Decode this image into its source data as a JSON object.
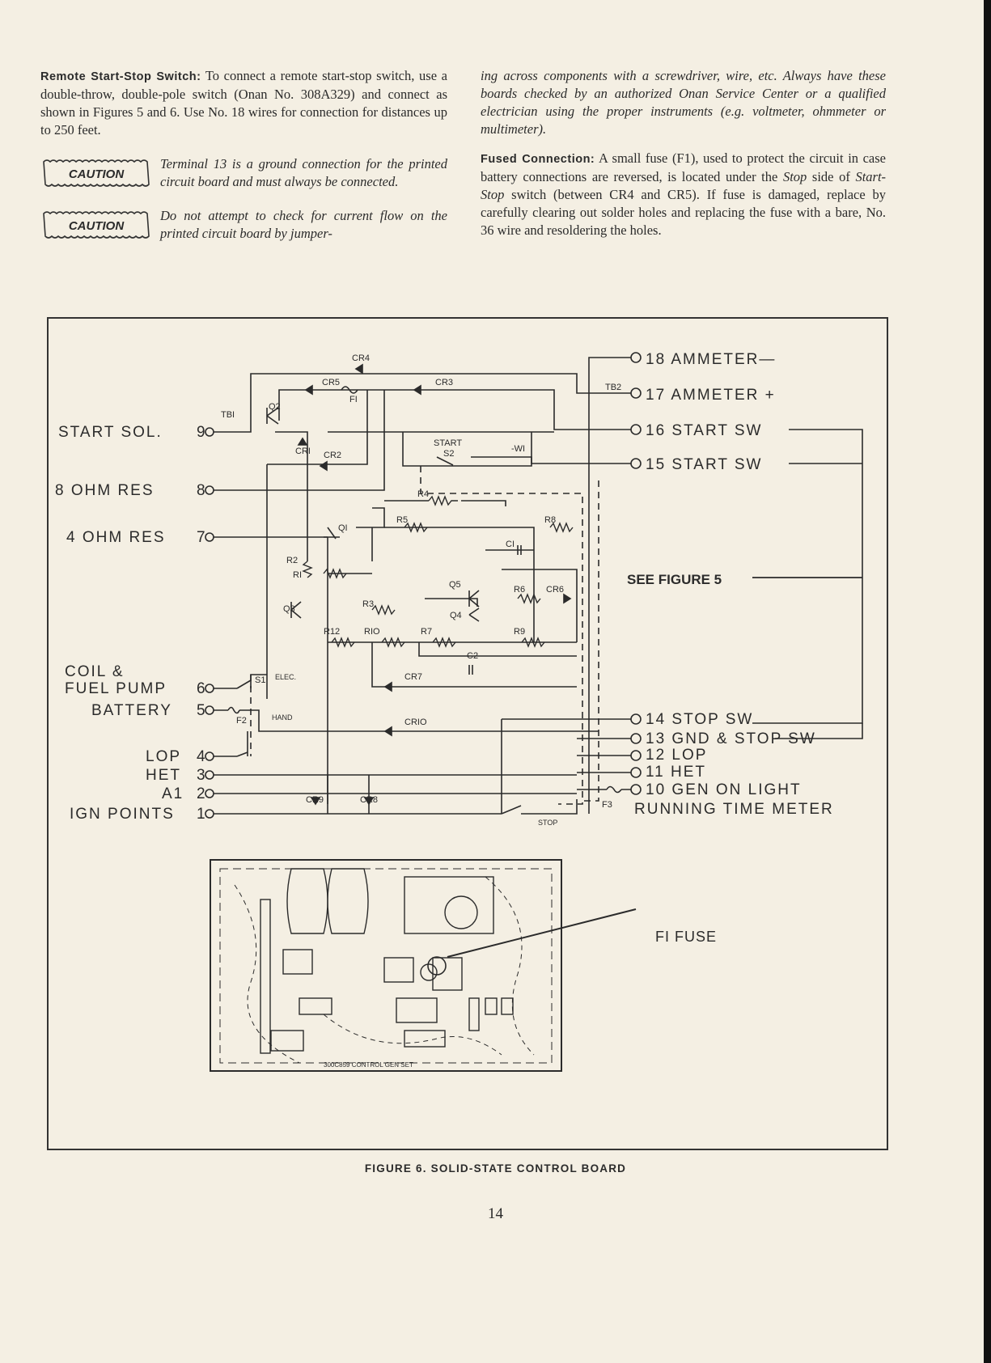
{
  "left_column": {
    "remote_heading": "Remote Start-Stop Switch:",
    "remote_text": "To connect a remote start-stop switch, use a double-throw, double-pole switch (Onan No. 308A329) and connect as shown in Figures 5 and 6. Use No. 18 wires for connection for distances up to 250 feet.",
    "caution_label": "CAUTION",
    "caution1_text": "Terminal 13 is a ground connection for the printed circuit board and must always be connected.",
    "caution2_text": "Do not attempt to check for current flow on the printed circuit board by jumper-"
  },
  "right_column": {
    "continued_text": "ing across components with a screwdriver, wire, etc. Always have these boards checked by an authorized Onan Service Center or a qualified electrician using the proper instruments (e.g. voltmeter, ohmmeter or multimeter).",
    "fused_heading": "Fused Connection:",
    "fused_text_1": "A small fuse (F1), used to protect the circuit in case battery connections are reversed, is located under the",
    "fused_stop": "Stop",
    "fused_text_2": "side of",
    "fused_startstop": "Start-Stop",
    "fused_text_3": "switch (between CR4 and CR5). If fuse is damaged, replace by carefully clearing out solder holes and replacing the fuse with a bare, No. 36 wire and resoldering the holes."
  },
  "diagram": {
    "left_terminals": [
      {
        "label": "START SOL.",
        "num": "9"
      },
      {
        "label": "8 OHM RES",
        "num": "8"
      },
      {
        "label": "4 OHM RES",
        "num": "7"
      },
      {
        "label": "COIL &",
        "num": ""
      },
      {
        "label": "FUEL PUMP",
        "num": "6"
      },
      {
        "label": "BATTERY",
        "num": "5"
      },
      {
        "label": "LOP",
        "num": "4"
      },
      {
        "label": "HET",
        "num": "3"
      },
      {
        "label": "A1",
        "num": "2"
      },
      {
        "label": "IGN POINTS",
        "num": "1"
      }
    ],
    "right_terminals": [
      "18 AMMETER—",
      "17 AMMETER +",
      "16 START SW",
      "15 START SW",
      "14 STOP SW",
      "13 GND & STOP SW",
      "12 LOP",
      "11 HET",
      "10 GEN ON LIGHT",
      "RUNNING TIME METER"
    ],
    "see_figure": "SEE FIGURE 5",
    "fuse_label": "FI FUSE",
    "component_labels": {
      "tb1": "TBI",
      "tb2": "TB2",
      "cr4": "CR4",
      "cr5": "CR5",
      "cr3": "CR3",
      "f1": "FI",
      "q2": "Q2",
      "cr1": "CRI",
      "cr2": "CR2",
      "start": "START",
      "s2": "S2",
      "w1": "-WI",
      "r4": "R4",
      "r5": "R5",
      "r8": "R8",
      "q1": "QI",
      "r2": "R2",
      "r1": "RI",
      "c1": "CI",
      "q5": "Q5",
      "r6": "R6",
      "cr6": "CR6",
      "r3": "R3",
      "q3": "Q3",
      "q4": "Q4",
      "r12": "R12",
      "r10": "RIO",
      "r7": "R7",
      "r9": "R9",
      "c2": "C2",
      "cr7": "CR7",
      "s1": "S1",
      "elec": "ELEC.",
      "hand": "HAND",
      "f2": "F2",
      "cr10": "CRIO",
      "cr9": "CR9",
      "cr8": "CR8",
      "stop": "STOP",
      "f3": "F3"
    },
    "board_text": "300C859 CONTROL GEN SET"
  },
  "figure_caption": "FIGURE 6.  SOLID-STATE CONTROL BOARD",
  "page_number": "14"
}
